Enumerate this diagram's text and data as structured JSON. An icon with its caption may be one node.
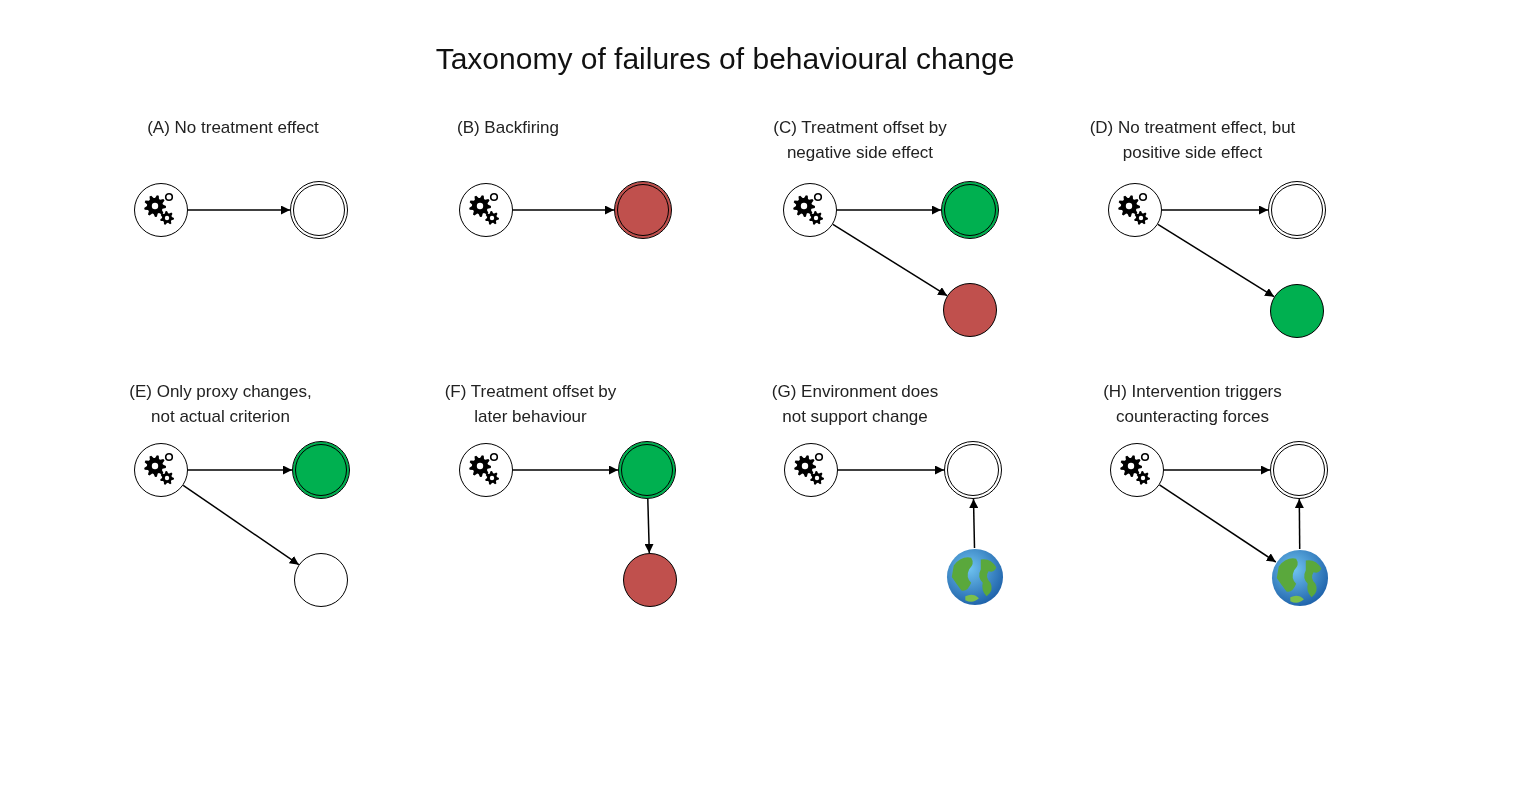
{
  "diagram": {
    "title": "Taxonomy of failures of behavioural change",
    "nodes": [
      {
        "text": [],
        "shape": "circle"
      },
      {
        "text": [],
        "shape": "circle"
      },
      {
        "text": [],
        "shape": "circle"
      },
      {
        "text": [],
        "shape": "circle"
      },
      {
        "text": [],
        "shape": "circle"
      },
      {
        "text": [],
        "shape": "circle"
      },
      {
        "text": [],
        "shape": "circle"
      },
      {
        "text": [],
        "shape": "circle"
      },
      {
        "text": [],
        "shape": "circle"
      },
      {
        "text": [],
        "shape": "circle"
      },
      {
        "text": [],
        "shape": "circle"
      },
      {
        "text": [],
        "shape": "circle"
      },
      {
        "text": [],
        "shape": "circle"
      },
      {
        "text": [],
        "shape": "circle"
      },
      {
        "text": [],
        "shape": "circle"
      },
      {
        "text": [],
        "shape": "circle"
      },
      {
        "text": [],
        "shape": "circle"
      },
      {
        "text": [],
        "shape": "circle"
      },
      {
        "text": [],
        "shape": "picture"
      },
      {
        "text": [],
        "shape": "circle"
      },
      {
        "text": [],
        "shape": "circle"
      },
      {
        "text": [],
        "shape": "picture"
      }
    ],
    "edges": [
      {
        "from": 0,
        "to": 1,
        "arrow": "to"
      },
      {
        "from": 2,
        "to": 3,
        "arrow": "to"
      },
      {
        "from": 4,
        "to": 5,
        "arrow": "to"
      },
      {
        "from": 4,
        "to": 6,
        "arrow": "to"
      },
      {
        "from": 7,
        "to": 8,
        "arrow": "to"
      },
      {
        "from": 7,
        "to": 9,
        "arrow": "to"
      },
      {
        "from": 10,
        "to": 11,
        "arrow": "to"
      },
      {
        "from": 10,
        "to": 12,
        "arrow": "to"
      },
      {
        "from": 13,
        "to": 14,
        "arrow": "to"
      },
      {
        "from": 14,
        "to": 15,
        "arrow": "to"
      },
      {
        "from": 16,
        "to": 17,
        "arrow": "to"
      },
      {
        "from": 18,
        "to": 17,
        "arrow": "to"
      },
      {
        "from": 19,
        "to": 20,
        "arrow": "to"
      },
      {
        "from": 19,
        "to": 21,
        "arrow": "to"
      },
      {
        "from": 21,
        "to": 20,
        "arrow": "to"
      }
    ],
    "labels": [
      "(A) No treatment effect",
      "(B) Backfiring",
      "(C) Treatment offset by negative side effect",
      "(D) No treatment effect, but positive side effect",
      "(E) Only proxy changes, not actual criterion",
      "(F) Treatment offset by later behaviour",
      "(G) Environment does not support change",
      "(H) Intervention triggers counteracting forces"
    ]
  }
}
